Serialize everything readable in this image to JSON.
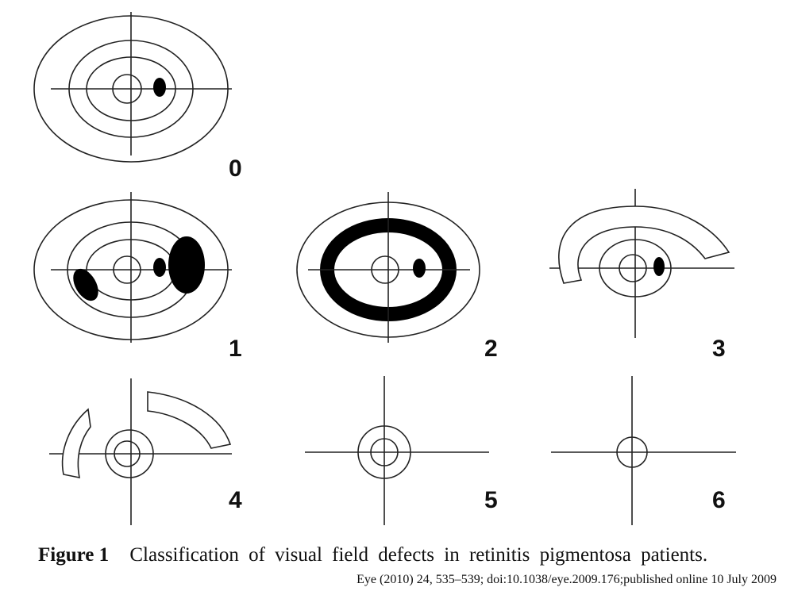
{
  "figure": {
    "panels": [
      {
        "number": "0"
      },
      {
        "number": "1"
      },
      {
        "number": "2"
      },
      {
        "number": "3"
      },
      {
        "number": "4"
      },
      {
        "number": "5"
      },
      {
        "number": "6"
      }
    ]
  },
  "caption": {
    "label": "Figure 1",
    "text": "Classification of visual field defects in retinitis pigmentosa patients."
  },
  "citation": "Eye (2010) 24, 535–539; doi:10.1038/eye.2009.176;published online 10 July 2009"
}
